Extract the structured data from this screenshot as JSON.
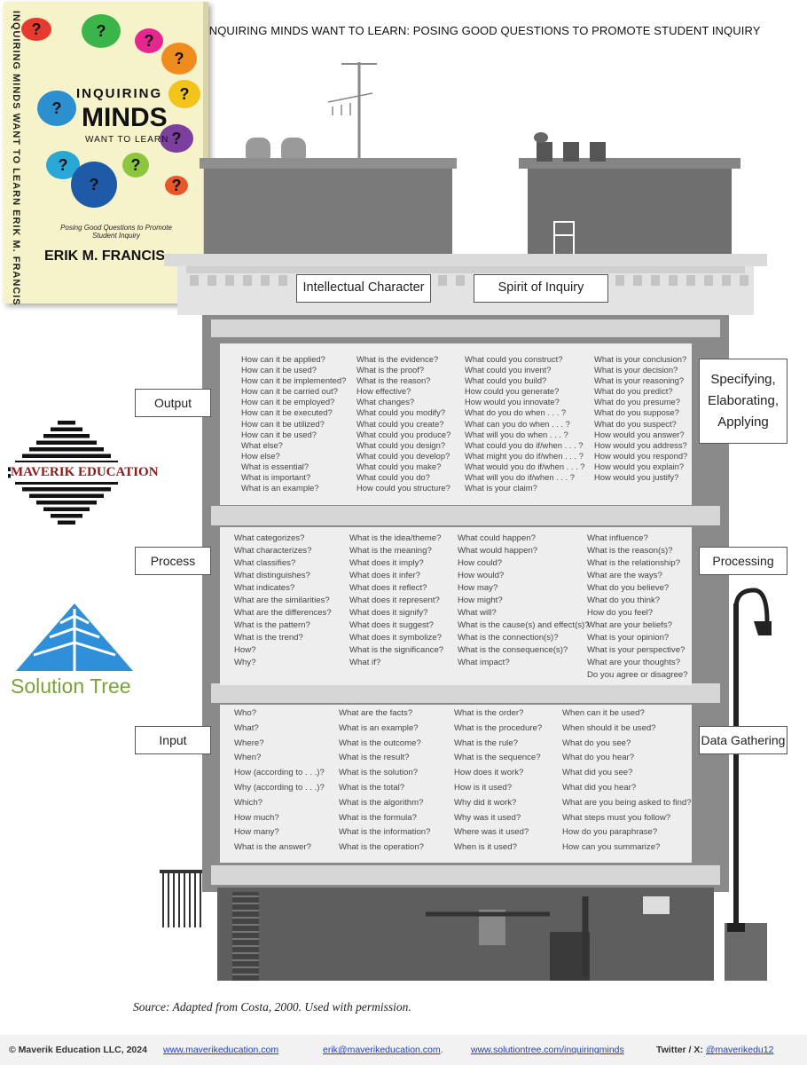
{
  "title": "INQUIRING MINDS WANT TO LEARN: POSING GOOD QUESTIONS TO PROMOTE STUDENT INQUIRY",
  "book": {
    "line1": "INQUIRING",
    "line2": "MINDS",
    "line3": "WANT TO LEARN",
    "subtitle": "Posing Good Questions to Promote Student Inquiry",
    "author": "ERIK M. FRANCIS",
    "spine": "INQUIRING MINDS WANT TO LEARN   ERIK M. FRANCIS",
    "bubble_mark": "?",
    "bubble_colors": [
      "#e63a2e",
      "#3bb54a",
      "#e5268f",
      "#f08c1e",
      "#2c8fd0",
      "#f2c318",
      "#7b3fa0",
      "#29a8d8",
      "#8cc63e",
      "#1e5aa8",
      "#e8572a"
    ]
  },
  "logos": {
    "maverik": "MAVERIK EDUCATION",
    "solution_tree": "Solution Tree"
  },
  "roof_labels": {
    "left": "Intellectual Character",
    "right": "Spirit of Inquiry"
  },
  "floors": {
    "output": {
      "label": "Output",
      "side_label": "Specifying,\nElaborating,\nApplying",
      "columns": [
        [
          "How can it be applied?",
          "How can it be used?",
          "How can it be implemented?",
          "How can it be carried out?",
          "How can it be employed?",
          "How can it be executed?",
          "How can it be utilized?",
          "How can it be used?",
          "What else?",
          "How else?",
          "What is essential?",
          "What is important?",
          "What is an example?"
        ],
        [
          "What is the evidence?",
          "What is the proof?",
          "What is the reason?",
          "How effective?",
          "What changes?",
          "What could you modify?",
          "What could you create?",
          "What could you produce?",
          "What could you design?",
          "What could you develop?",
          "What could you make?",
          "What could you do?",
          "How could you structure?"
        ],
        [
          "What could you construct?",
          "What could you invent?",
          "What could you build?",
          "How could you generate?",
          "How would you innovate?",
          "What do you do when . . . ?",
          "What can you do when . . . ?",
          "What will you do when . . . ?",
          "What could you do if/when . . . ?",
          "What might you do if/when . . . ?",
          "What would you do if/when . . . ?",
          "What will you do if/when . . . ?",
          "What is your claim?"
        ],
        [
          "What is your conclusion?",
          "What is your decision?",
          "What is your reasoning?",
          "What do you predict?",
          "What do you presume?",
          "What do you suppose?",
          "What do you suspect?",
          "How would you answer?",
          "How would you address?",
          "How would you respond?",
          "How would you explain?",
          "How would you justify?"
        ]
      ]
    },
    "process": {
      "label": "Process",
      "side_label": "Processing",
      "columns": [
        [
          "What categorizes?",
          "What characterizes?",
          "What classifies?",
          "What distinguishes?",
          "What indicates?",
          "What are the similarities?",
          "What are the differences?",
          "What is the pattern?",
          "What is the trend?",
          "How?",
          "Why?"
        ],
        [
          "What is the idea/theme?",
          "What is the meaning?",
          "What does it imply?",
          "What does it infer?",
          "What does it reflect?",
          "What does it represent?",
          "What does it signify?",
          "What does it suggest?",
          "What does it symbolize?",
          "What is the significance?",
          "What if?"
        ],
        [
          "What could happen?",
          "What would happen?",
          "How could?",
          "How would?",
          "How may?",
          "How might?",
          "What will?",
          "What is the cause(s) and effect(s)?",
          "What is the connection(s)?",
          "What is the consequence(s)?",
          "What impact?"
        ],
        [
          "What influence?",
          "What is the reason(s)?",
          "What is the relationship?",
          "What are the ways?",
          "What do you believe?",
          "What do you think?",
          "How do you feel?",
          "What are your beliefs?",
          "What is your opinion?",
          "What is your perspective?",
          "What are your thoughts?",
          "Do you agree or disagree?"
        ]
      ]
    },
    "input": {
      "label": "Input",
      "side_label": "Data Gathering",
      "columns": [
        [
          "Who?",
          "What?",
          "Where?",
          "When?",
          "How (according to . . .)?",
          "Why (according to . . .)?",
          "Which?",
          "How much?",
          "How many?",
          "What is the answer?"
        ],
        [
          "What are the facts?",
          "What is an example?",
          "What is the outcome?",
          "What is the result?",
          "What is the solution?",
          "What is the total?",
          "What is the algorithm?",
          "What is the formula?",
          "What is the information?",
          "What is the operation?"
        ],
        [
          "What is the order?",
          "What is the procedure?",
          "What is the rule?",
          "What is the sequence?",
          "How does it work?",
          "How is it used?",
          "Why did it work?",
          "Why was it used?",
          "Where was it used?",
          "When is it used?"
        ],
        [
          "When can it be used?",
          "When should it be used?",
          "What do you see?",
          "What do you hear?",
          "What did you see?",
          "What did you hear?",
          "What are you being asked to find?",
          "What steps must you follow?",
          "How do you paraphrase?",
          "How can you summarize?"
        ]
      ]
    }
  },
  "source": "Source: Adapted from Costa, 2000. Used with permission.",
  "footer": {
    "copyright": "© Maverik Education LLC, 2024",
    "site": "www.maverikeducation.com",
    "email": "erik@maverikeducation.com",
    "email_suffix": ".",
    "st_link": "www.solutiontree.com/inquiringminds",
    "twitter_label": "Twitter / X: ",
    "twitter_handle": "@maverikedu12"
  },
  "colors": {
    "maverik_red": "#8b1a1a",
    "solution_tree_blue": "#2f8fd8",
    "solution_tree_green": "#7aa23a",
    "link_blue": "#1f3fbf"
  }
}
